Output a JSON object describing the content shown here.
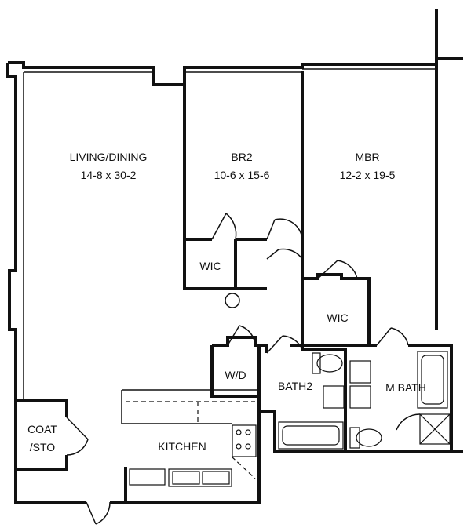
{
  "rooms": {
    "living": {
      "name": "LIVING/DINING",
      "dims": "14-8 x 30-2"
    },
    "br2": {
      "name": "BR2",
      "dims": "10-6 x 15-6"
    },
    "mbr": {
      "name": "MBR",
      "dims": "12-2 x 19-5"
    },
    "wic_br2": {
      "name": "WIC"
    },
    "wic_mbr": {
      "name": "WIC"
    },
    "wd": {
      "name": "W/D"
    },
    "bath2": {
      "name": "BATH2"
    },
    "mbath": {
      "name": "M BATH"
    },
    "coat_line1": {
      "name": "COAT"
    },
    "coat_line2": {
      "name": "/STO"
    },
    "kitchen": {
      "name": "KITCHEN"
    }
  }
}
